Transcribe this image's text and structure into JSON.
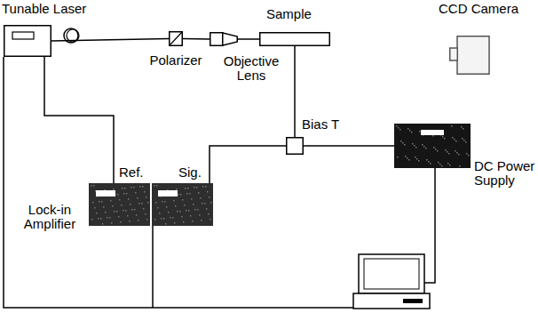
{
  "diagram": {
    "nodes": [
      {
        "text": [
          "Tunable Laser"
        ]
      },
      {
        "text": [
          "CCD Camera"
        ]
      },
      {
        "text": [
          "Polarizer"
        ]
      },
      {
        "text": [
          "Objective Lens"
        ]
      },
      {
        "text": [
          "Sample"
        ]
      },
      {
        "text": [
          "Bias T"
        ]
      },
      {
        "text": [
          "DC Power Supply"
        ]
      },
      {
        "text": [
          "Lock-in Amplifier",
          "Ref.",
          "Sig."
        ]
      }
    ],
    "edges": [
      {
        "from": 0,
        "to": 2,
        "arrow": "none"
      },
      {
        "from": 2,
        "to": 3,
        "arrow": "none"
      },
      {
        "from": 3,
        "to": 4,
        "arrow": "none"
      },
      {
        "from": 4,
        "to": 5,
        "arrow": "none"
      },
      {
        "from": 5,
        "to": 6,
        "arrow": "none"
      },
      {
        "from": 5,
        "to": 7,
        "arrow": "none"
      },
      {
        "from": 0,
        "to": 7,
        "arrow": "none"
      }
    ]
  }
}
